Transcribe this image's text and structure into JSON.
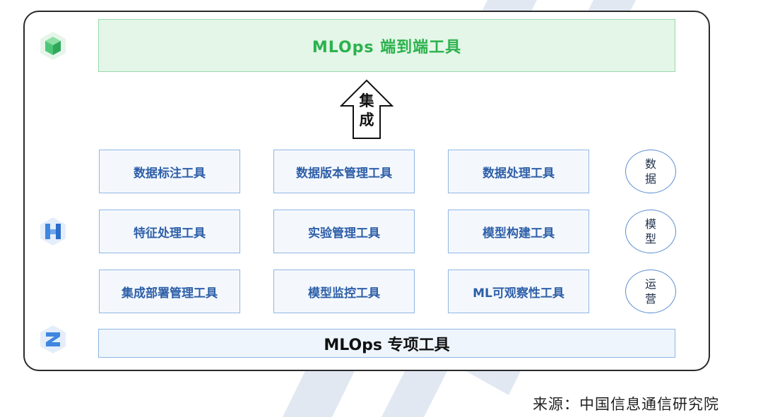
{
  "integrated": {
    "label": "MLOps 端到端工具",
    "color": "#2bb24c"
  },
  "arrow": {
    "chars": [
      "集",
      "成"
    ]
  },
  "specialized": {
    "label": "MLOps 专项工具"
  },
  "rows": [
    {
      "tools": [
        "数据标注工具",
        "数据版本管理工具",
        "数据处理工具"
      ],
      "category": [
        "数",
        "据"
      ]
    },
    {
      "tools": [
        "特征处理工具",
        "实验管理工具",
        "模型构建工具"
      ],
      "category": [
        "模",
        "型"
      ]
    },
    {
      "tools": [
        "集成部署管理工具",
        "模型监控工具",
        "ML可观察性工具"
      ],
      "category": [
        "运",
        "营"
      ]
    }
  ],
  "source": "来源：中国信息通信研究院",
  "icons": [
    "green-cube-icon",
    "blue-block-icon",
    "blue-layer-icon"
  ],
  "colors": {
    "tool_text": "#2e5fa8",
    "tool_border": "#8fb6e2",
    "frame": "#2a2a2a"
  }
}
